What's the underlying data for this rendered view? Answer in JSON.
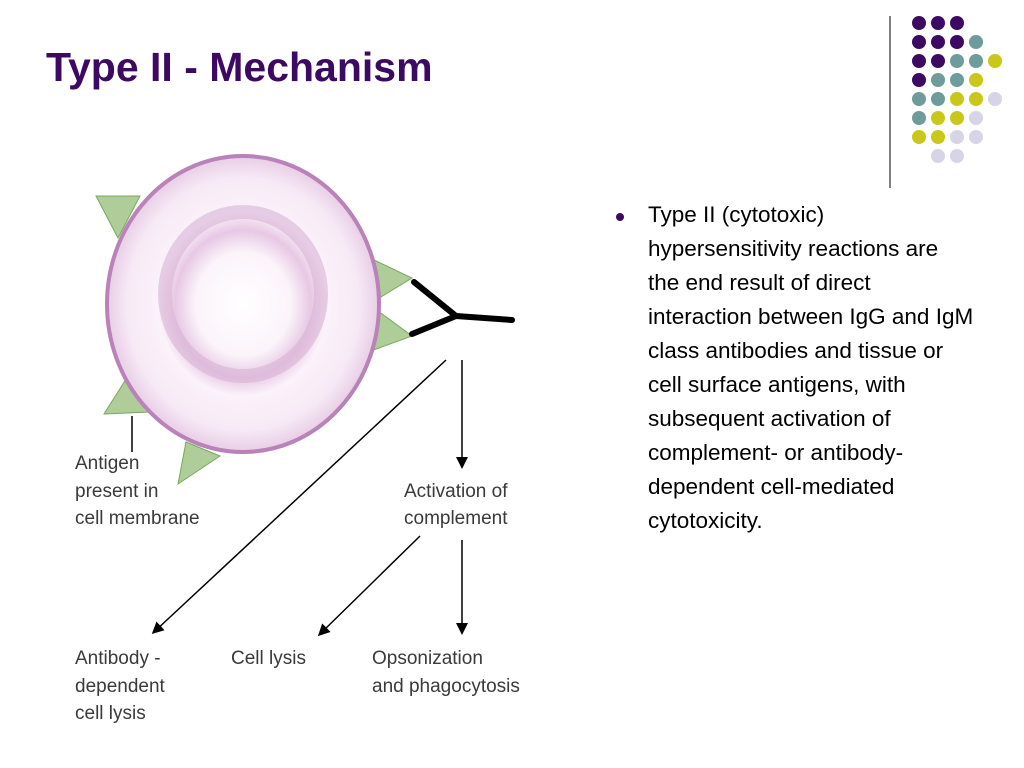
{
  "slide": {
    "title": "Type II - Mechanism",
    "bullets": [
      "Type II (cytotoxic) hypersensitivity reactions are the end result of direct interaction between IgG and IgM class antibodies and tissue or cell surface antigens, with subsequent activation of complement- or antibody-dependent cell-mediated cytotoxicity."
    ]
  },
  "diagram": {
    "antigen_label": [
      "Antigen",
      "present in",
      "cell membrane"
    ],
    "complement_label": [
      "Activation of",
      "complement"
    ],
    "adcc_label": [
      "Antibody -",
      "dependent",
      "cell lysis"
    ],
    "lysis_label": "Cell lysis",
    "opsonization_label": [
      "Opsonization",
      "and phagocytosis"
    ]
  },
  "colors": {
    "title": "#3d0a63",
    "purple": "#3d0a63",
    "teal": "#6d9c9a",
    "yellow": "#c9c81a",
    "lavender": "#d6d4e6",
    "cell_border": "#b982b8",
    "antigen_green": "#aecd98"
  },
  "decoration": {
    "dot_rows": [
      [
        "purple",
        "purple",
        "purple"
      ],
      [
        "purple",
        "purple",
        "purple",
        "teal"
      ],
      [
        "purple",
        "purple",
        "teal",
        "teal",
        "yellow"
      ],
      [
        "purple",
        "teal",
        "teal",
        "yellow"
      ],
      [
        "teal",
        "teal",
        "yellow",
        "yellow",
        "lavender"
      ],
      [
        "teal",
        "yellow",
        "yellow",
        "lavender"
      ],
      [
        "yellow",
        "yellow",
        "lavender",
        "lavender"
      ],
      [
        "lavender",
        "lavender"
      ]
    ]
  }
}
